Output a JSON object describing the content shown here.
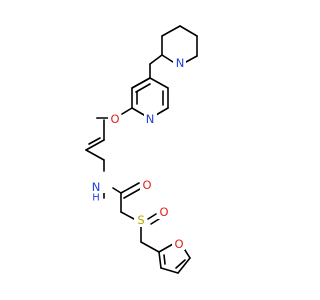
{
  "molecule": {
    "atoms": {
      "N_piperidine": {
        "symbol": "N",
        "color": "#1f3fe0"
      },
      "N_pyridine": {
        "symbol": "N",
        "color": "#1f3fe0"
      },
      "O_ether": {
        "symbol": "O",
        "color": "#e0241b"
      },
      "NH_amide": {
        "symbol": "N",
        "color": "#1f3fe0"
      },
      "H_amide": {
        "symbol": "H",
        "color": "#1f3fe0"
      },
      "O_carbonyl": {
        "symbol": "O",
        "color": "#e0241b"
      },
      "S_sulfinyl": {
        "symbol": "S",
        "color": "#b5a800"
      },
      "O_sulfinyl": {
        "symbol": "O",
        "color": "#e0241b"
      },
      "O_furan": {
        "symbol": "O",
        "color": "#e0241b"
      }
    },
    "bond_color": "#000000"
  }
}
